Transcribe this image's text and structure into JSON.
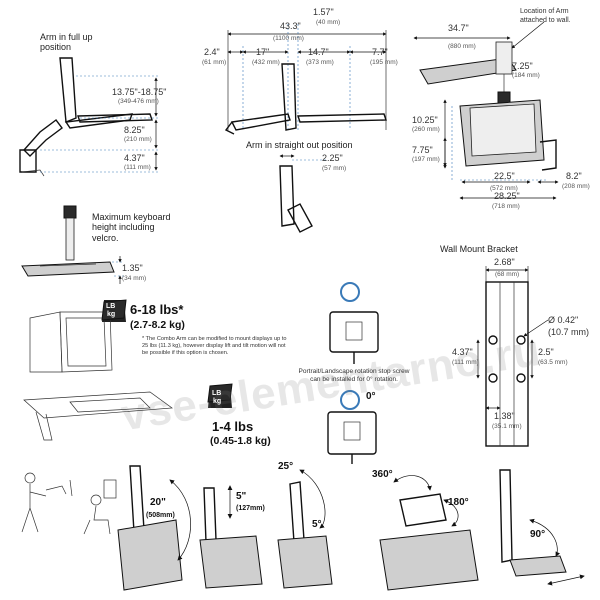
{
  "watermark": "vse-elementarno.ru",
  "arm_full_up": {
    "title": "Arm in full up position",
    "d1": "13.75\"-18.75\"",
    "d1_mm": "(349-476 mm)",
    "d2": "8.25\"",
    "d2_mm": "(210 mm)",
    "d3": "4.37\"",
    "d3_mm": "(111 mm)"
  },
  "arm_straight": {
    "title": "Arm in straight out position",
    "total": "43.3\"",
    "total_mm": "(1100 mm)",
    "a": "2.4\"",
    "a_mm": "(61 mm)",
    "b": "17\"",
    "b_mm": "(432 mm)",
    "c": "1.57\"",
    "c_mm": "(40 mm)",
    "d": "14.7\"",
    "d_mm": "(373 mm)",
    "e": "7.7\"",
    "e_mm": "(195 mm)",
    "f": "2.25\"",
    "f_mm": "(57 mm)"
  },
  "keyboard": {
    "title": "Maximum keyboard height including velcro.",
    "h": "1.35\"",
    "h_mm": "(34 mm)"
  },
  "top_view": {
    "location_note": "Location of Arm attached to wall.",
    "w1": "34.7\"",
    "w1_mm": "(880 mm)",
    "w2": "7.25\"",
    "w2_mm": "(184 mm)",
    "h1": "10.25\"",
    "h1_mm": "(260 mm)",
    "h2": "7.75\"",
    "h2_mm": "(197 mm)",
    "w3": "22.5\"",
    "w3_mm": "(572 mm)",
    "w4": "28.25\"",
    "w4_mm": "(718 mm)",
    "w5": "8.2\"",
    "w5_mm": "(208 mm)"
  },
  "weights": {
    "lb_badge": "LB",
    "kg_badge": "kg",
    "heavy": "6-18 lbs*",
    "heavy_kg": "(2.7-8.2 kg)",
    "note": "* The Combo Arm can be modified to mount displays up to 25 lbs (11.3 kg), however display lift and tilt motion will not be possible if this option is chosen.",
    "light": "1-4 lbs",
    "light_kg": "(0.45-1.8 kg)"
  },
  "rotation": {
    "note": "Portrait/Landscape rotation stop screw can be installed for 0° rotation.",
    "zero": "0°"
  },
  "bracket": {
    "title": "Wall Mount Bracket",
    "w": "2.68\"",
    "w_mm": "(68 mm)",
    "hole": "Ø 0.42\"",
    "hole_mm": "(10.7 mm)",
    "h": "4.37\"",
    "h_mm": "(111 mm)",
    "sp": "2.5\"",
    "sp_mm": "(63.5 mm)",
    "b": "1.38\"",
    "b_mm": "(35.1 mm)"
  },
  "motion": {
    "lift": "20\"",
    "lift_mm": "(508mm)",
    "lift2": "5\"",
    "lift2_mm": "(127mm)",
    "tilt_up": "25°",
    "tilt_down": "5°",
    "swivel": "360°",
    "pan": "180°",
    "kb_tilt": "90°"
  }
}
